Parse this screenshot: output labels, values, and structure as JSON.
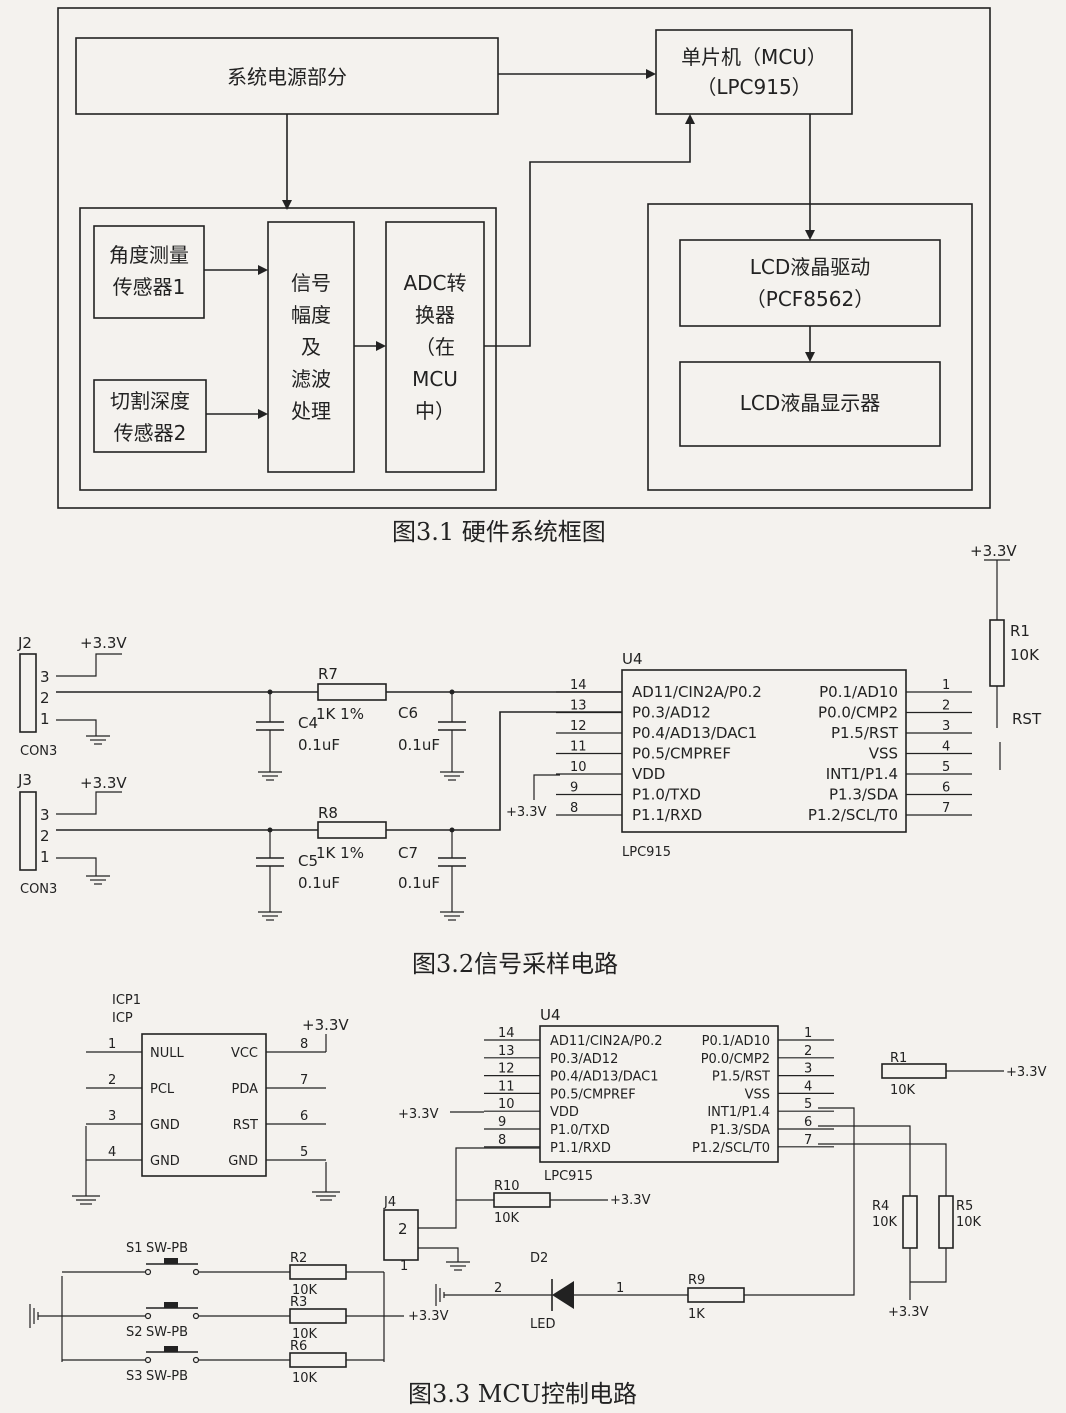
{
  "fig1": {
    "caption": "图3.1 硬件系统框图",
    "power": "系统电源部分",
    "mcu_l1": "单片机（MCU）",
    "mcu_l2": "（LPC915）",
    "sensor1_l1": "角度测量",
    "sensor1_l2": "传感器1",
    "sensor2_l1": "切割深度",
    "sensor2_l2": "传感器2",
    "sig": [
      "信号",
      "幅度",
      "及",
      "滤波",
      "处理"
    ],
    "adc": [
      "ADC转",
      "换器",
      "（在",
      "MCU",
      "中）"
    ],
    "lcd_drv_l1": "LCD液晶驱动",
    "lcd_drv_l2": "（PCF8562）",
    "lcd_disp": "LCD液晶显示器"
  },
  "fig2": {
    "caption": "图3.2信号采样电路",
    "j2": "J2",
    "j3": "J3",
    "con": "CON3",
    "pins": [
      "3",
      "2",
      "1"
    ],
    "v33": "+3.3V",
    "r7": "R7",
    "r8": "R8",
    "r_val": "1K 1%",
    "c4": "C4",
    "c5": "C5",
    "c6": "C6",
    "c7": "C7",
    "c_val": "0.1uF",
    "u4": "U4",
    "chip": "LPC915",
    "left_pins": [
      "AD11/CIN2A/P0.2",
      "P0.3/AD12",
      "P0.4/AD13/DAC1",
      "P0.5/CMPREF",
      "VDD",
      "P1.0/TXD",
      "P1.1/RXD"
    ],
    "left_nums": [
      "14",
      "13",
      "12",
      "11",
      "10",
      "9",
      "8"
    ],
    "right_pins": [
      "P0.1/AD10",
      "P0.0/CMP2",
      "P1.5/RST",
      "VSS",
      "INT1/P1.4",
      "P1.3/SDA",
      "P1.2/SCL/T0"
    ],
    "right_nums": [
      "1",
      "2",
      "3",
      "4",
      "5",
      "6",
      "7"
    ],
    "r1": "R1",
    "r1_val": "10K",
    "rst": "RST"
  },
  "fig3": {
    "caption": "图3.3 MCU控制电路",
    "icp1": "ICP1",
    "icp": "ICP",
    "icp_left": [
      "NULL",
      "PCL",
      "GND",
      "GND"
    ],
    "icp_right": [
      "VCC",
      "PDA",
      "RST",
      "GND"
    ],
    "icp_lnums": [
      "1",
      "2",
      "3",
      "4"
    ],
    "icp_rnums": [
      "8",
      "7",
      "6",
      "5"
    ],
    "v33": "+3.3V",
    "u4": "U4",
    "chip": "LPC915",
    "left_pins": [
      "AD11/CIN2A/P0.2",
      "P0.3/AD12",
      "P0.4/AD13/DAC1",
      "P0.5/CMPREF",
      "VDD",
      "P1.0/TXD",
      "P1.1/RXD"
    ],
    "left_nums": [
      "14",
      "13",
      "12",
      "11",
      "10",
      "9",
      "8"
    ],
    "right_pins": [
      "P0.1/AD10",
      "P0.0/CMP2",
      "P1.5/RST",
      "VSS",
      "INT1/P1.4",
      "P1.3/SDA",
      "P1.2/SCL/T0"
    ],
    "right_nums": [
      "1",
      "2",
      "3",
      "4",
      "5",
      "6",
      "7"
    ],
    "r1": "R1",
    "r_10k": "10K",
    "r10": "R10",
    "j4": "J4",
    "j4_pins": [
      "2",
      "1"
    ],
    "d2": "D2",
    "led": "LED",
    "led_pins": [
      "2",
      "1"
    ],
    "r9": "R9",
    "r9_val": "1K",
    "r4": "R4",
    "r5": "R5",
    "s1": "S1",
    "s2": "S2",
    "s3": "S3",
    "sw": "SW-PB",
    "r2": "R2",
    "r3": "R3",
    "r6": "R6"
  }
}
